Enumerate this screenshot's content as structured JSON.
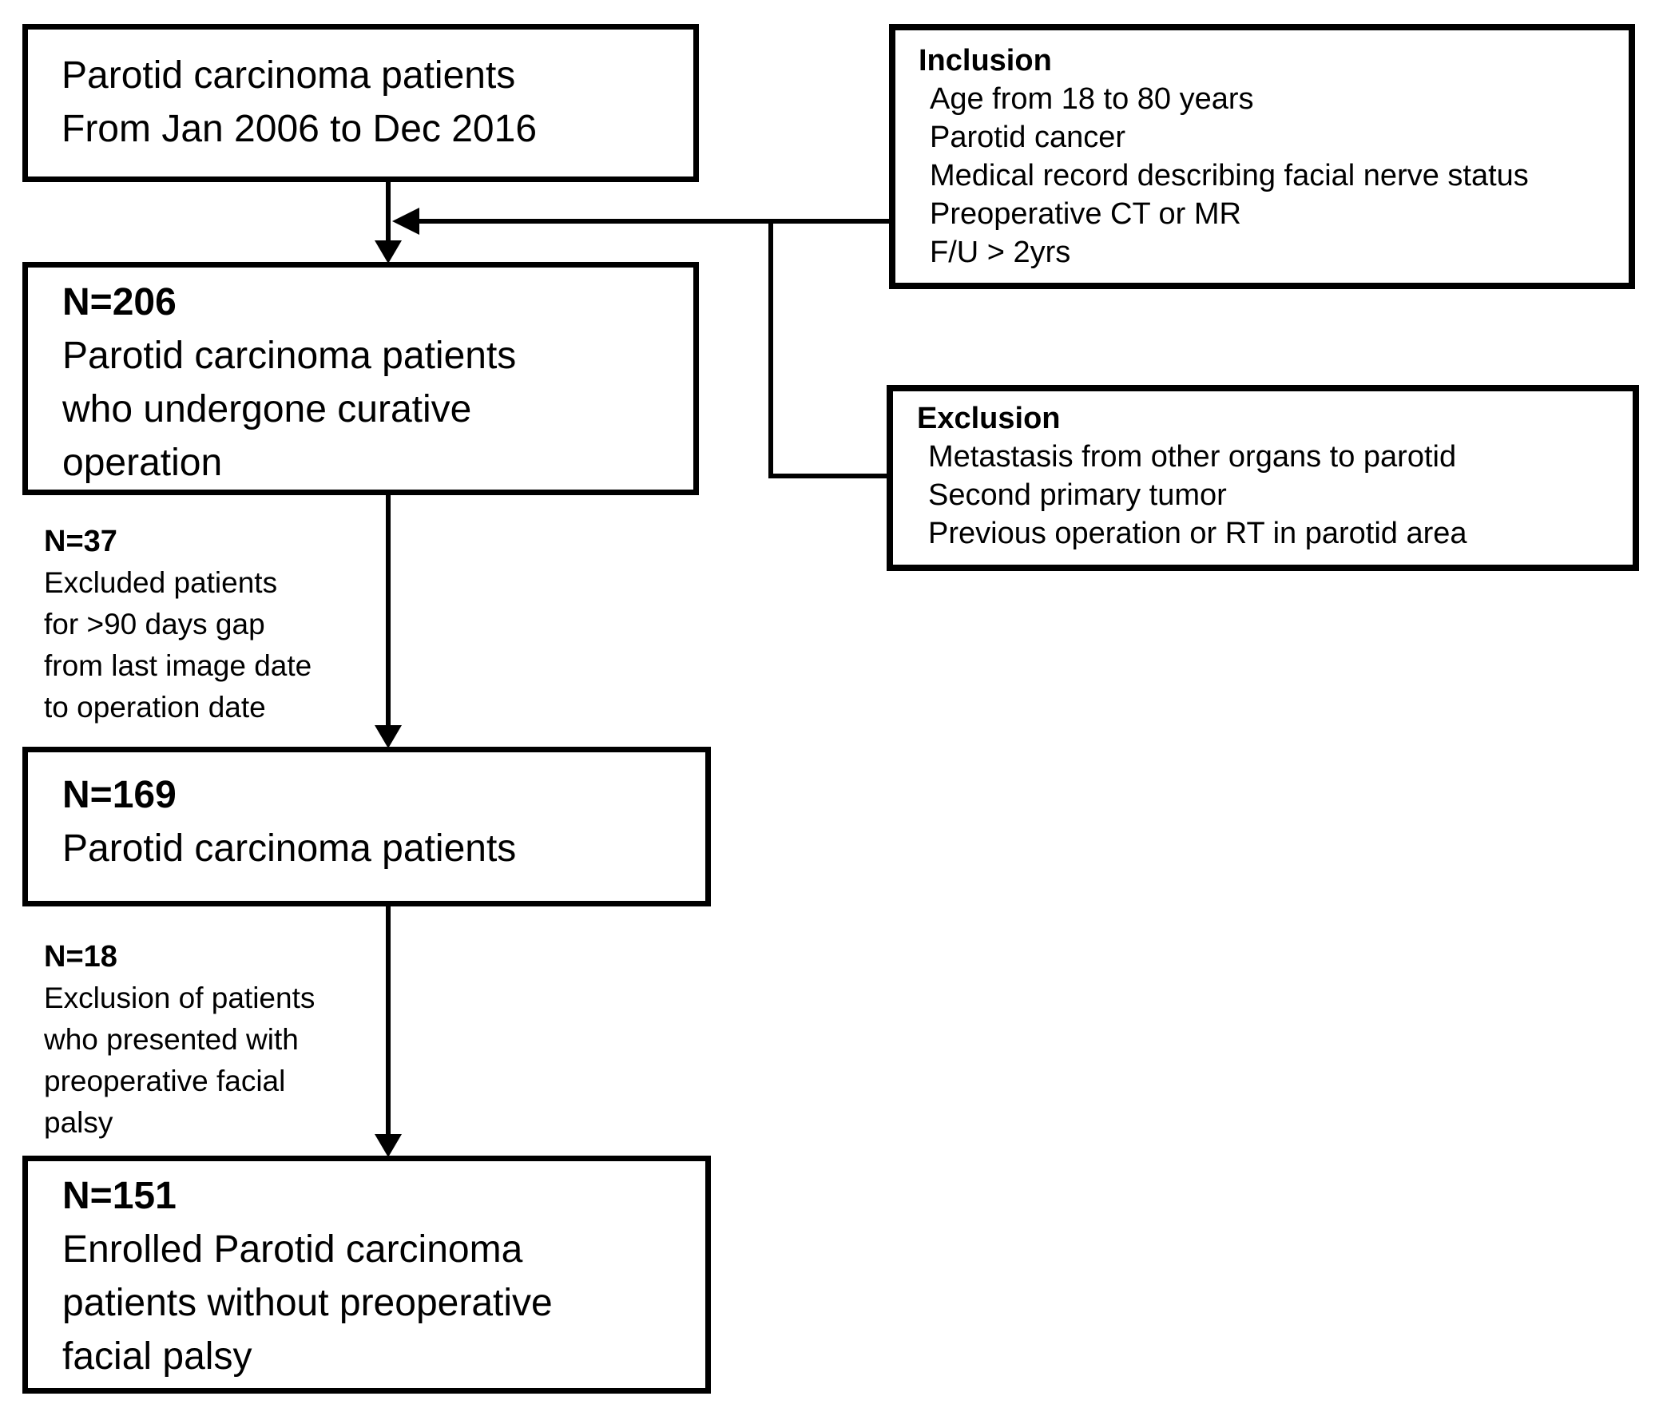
{
  "figure": {
    "background_color": "#ffffff",
    "line_color": "#000000",
    "boxes": {
      "initial": {
        "lines": [
          "Parotid carcinoma patients",
          "From Jan 2006 to Dec 2016"
        ]
      },
      "operated": {
        "n": "N=206",
        "lines": [
          "Parotid carcinoma patients",
          "who undergone curative",
          "operation"
        ]
      },
      "n169": {
        "n": "N=169",
        "lines": [
          "Parotid carcinoma patients"
        ]
      },
      "enrolled": {
        "n": "N=151",
        "lines": [
          "Enrolled Parotid carcinoma",
          "patients without preoperative",
          "facial palsy"
        ]
      },
      "inclusion": {
        "title": "Inclusion",
        "items": [
          "Age from 18 to 80 years",
          "Parotid cancer",
          "Medical record describing facial nerve status",
          "Preoperative CT or MR",
          "F/U > 2yrs"
        ]
      },
      "exclusion": {
        "title": "Exclusion",
        "items": [
          "Metastasis from other organs to parotid",
          "Second primary tumor",
          "Previous operation or RT in parotid area"
        ]
      }
    },
    "notes": {
      "excluded_gap": {
        "n": "N=37",
        "lines": [
          "Excluded patients",
          "for >90 days gap",
          "from last image date",
          "to operation date"
        ]
      },
      "excluded_palsy": {
        "n": "N=18",
        "lines": [
          "Exclusion of patients",
          "who presented with",
          "preoperative facial",
          "palsy"
        ]
      }
    }
  }
}
